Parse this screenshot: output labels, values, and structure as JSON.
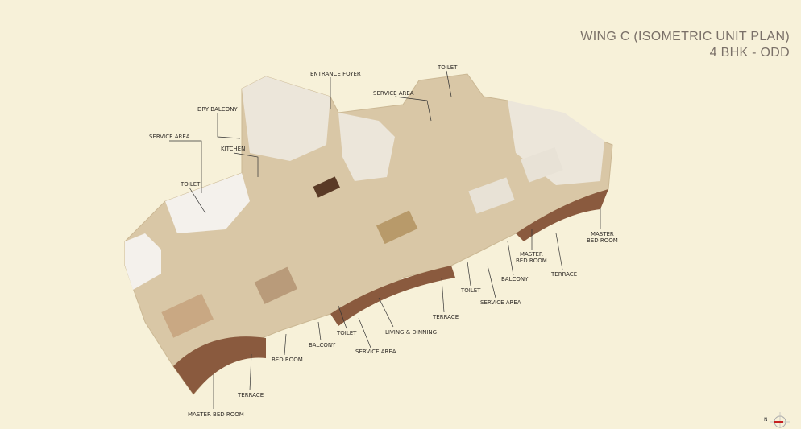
{
  "header": {
    "title": "WING C (ISOMETRIC UNIT PLAN)",
    "subtitle": "4 BHK - ODD"
  },
  "labels": [
    {
      "text": "ENTRANCE FOYER"
    },
    {
      "text": "TOILET"
    },
    {
      "text": "SERVICE AREA"
    },
    {
      "text": "DRY BALCONY"
    },
    {
      "text": "KITCHEN"
    },
    {
      "text": "SERVICE AREA"
    },
    {
      "text": "TOILET"
    },
    {
      "text": "MASTER\nBED ROOM"
    },
    {
      "text": "MASTER\nBED ROOM"
    },
    {
      "text": "TERRACE"
    },
    {
      "text": "BALCONY"
    },
    {
      "text": "TOILET"
    },
    {
      "text": "SERVICE AREA"
    },
    {
      "text": "TERRACE"
    },
    {
      "text": "LIVING & DINNING"
    },
    {
      "text": "TOILET"
    },
    {
      "text": "SERVICE AREA"
    },
    {
      "text": "BALCONY"
    },
    {
      "text": "BED ROOM"
    },
    {
      "text": "TERRACE"
    },
    {
      "text": "MASTER BED ROOM"
    }
  ],
  "compass": {
    "north_label": "N",
    "icon": "compass-icon"
  },
  "colors": {
    "background": "#f7f1d9",
    "floor": "#d9c7a6",
    "wall": "#f4f1ec",
    "terrace": "#8a5a3e",
    "title": "#7a7068"
  }
}
